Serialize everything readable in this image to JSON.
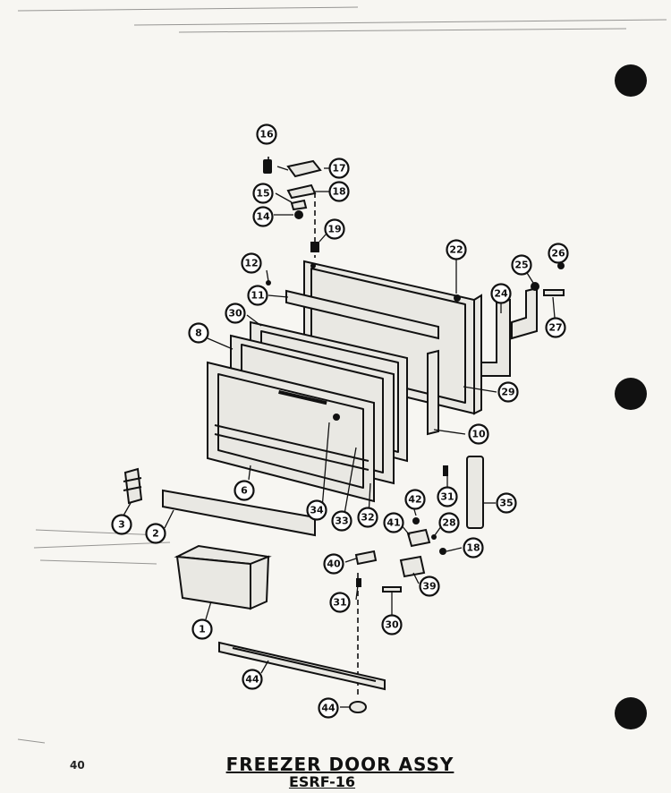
{
  "title": "FREEZER DOOR ASSY",
  "model": "ESRF-16",
  "page_number": "40",
  "callouts": [
    "16",
    "17",
    "18",
    "15",
    "14",
    "19",
    "12",
    "22",
    "26",
    "25",
    "11",
    "24",
    "27",
    "30",
    "8",
    "29",
    "10",
    "6",
    "34",
    "33",
    "32",
    "31",
    "35",
    "3",
    "2",
    "42",
    "41",
    "28",
    "18",
    "40",
    "39",
    "31",
    "30",
    "1",
    "44",
    "44"
  ]
}
